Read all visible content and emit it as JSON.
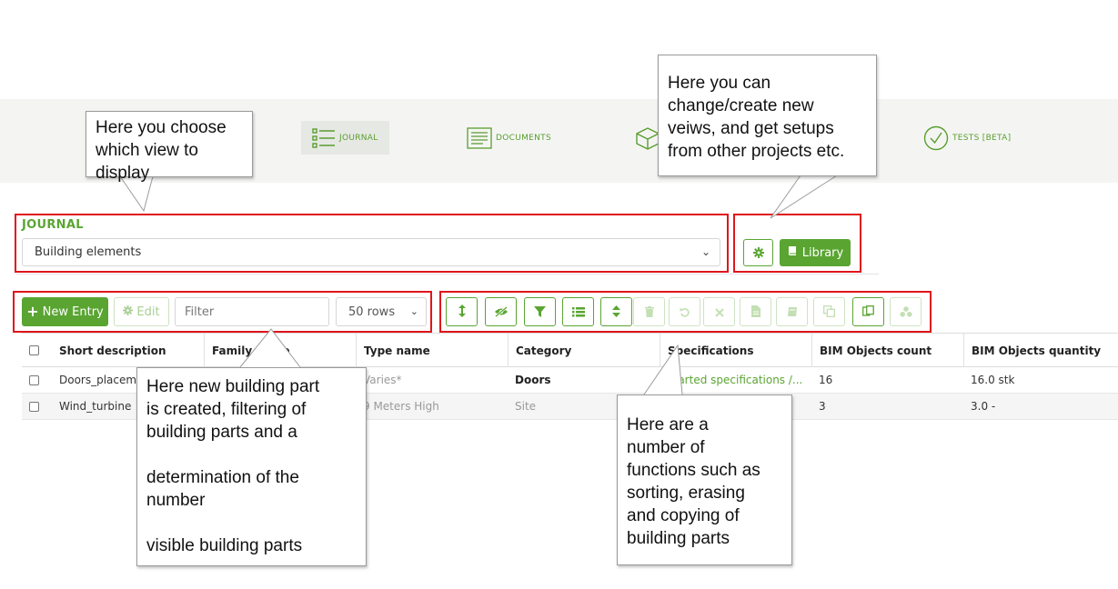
{
  "nav": {
    "items": [
      {
        "label": "JOURNAL",
        "icon": "list-icon"
      },
      {
        "label": "DOCUMENTS",
        "icon": "document-icon"
      },
      {
        "label": "",
        "icon": "cube-icon"
      },
      {
        "label": "TESTS [BETA]",
        "icon": "check-circle-icon"
      }
    ]
  },
  "journal": {
    "title": "JOURNAL",
    "selected_view": "Building elements",
    "library_label": "Library"
  },
  "toolbar": {
    "new_entry_label": "New Entry",
    "edit_label": "Edit",
    "filter_placeholder": "Filter",
    "rows_value": "50 rows"
  },
  "table": {
    "columns": [
      "Short description",
      "Family name",
      "Type name",
      "Category",
      "Specifications",
      "BIM Objects count",
      "BIM Objects quantity"
    ],
    "rows": [
      {
        "short": "Doors_placement",
        "family": "",
        "type": "Varies*",
        "category": "Doors",
        "spec": "Started specifications /...",
        "count": "16",
        "qty": "16.0 stk"
      },
      {
        "short": "Wind_turbine",
        "family": "",
        "type": "9 Meters High",
        "category": "Site",
        "spec": "...",
        "count": "3",
        "qty": "3.0 -"
      }
    ]
  },
  "callouts": {
    "view": "Here you choose\nwhich view to\ndisplay",
    "library": "Here you can\nchange/create new\nveiws, and get setups\nfrom other projects etc.",
    "building": "Here new building part\nis created, filtering of\nbuilding parts and a\n\ndetermination of the\nnumber\n\nvisible building parts",
    "functions": "Here are a\nnumber of\nfunctions such as\nsorting, erasing\nand copying of\nbuilding parts"
  },
  "colors": {
    "accent": "#5aa532",
    "highlight": "#e0151b"
  }
}
